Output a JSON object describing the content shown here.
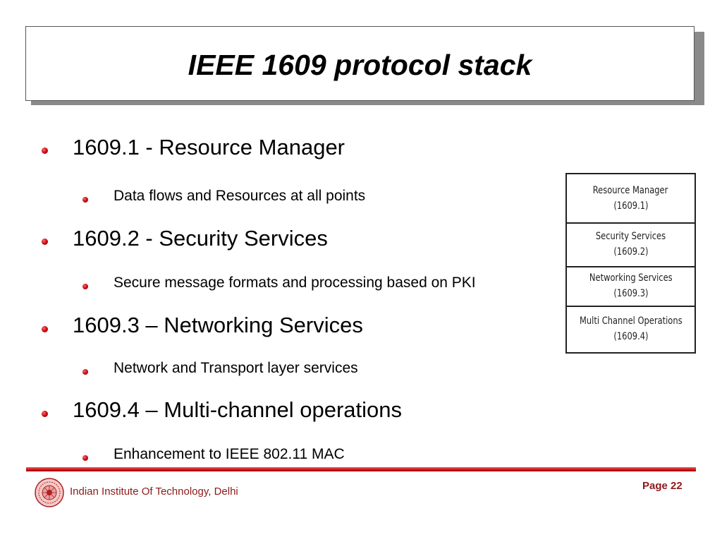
{
  "slide": {
    "title": "IEEE 1609 protocol stack",
    "bullets": [
      {
        "text": "1609.1 - Resource Manager",
        "sub": "Data flows and Resources at all points"
      },
      {
        "text": "1609.2 - Security Services",
        "sub": "Secure message formats and processing based on PKI"
      },
      {
        "text": "1609.3 – Networking Services",
        "sub": "Network and Transport layer services"
      },
      {
        "text": "1609.4 – Multi-channel operations",
        "sub": "Enhancement to IEEE 802.11 MAC"
      }
    ]
  },
  "stack_diagram": {
    "layers": [
      {
        "name": "Resource Manager",
        "id": "(1609.1)"
      },
      {
        "name": "Security Services",
        "id": "(1609.2)"
      },
      {
        "name": "Networking Services",
        "id": "(1609.3)"
      },
      {
        "name": "Multi Channel Operations",
        "id": "(1609.4)"
      }
    ]
  },
  "footer": {
    "institute": "Indian Institute Of Technology, Delhi",
    "page": "Page 22"
  },
  "colors": {
    "accent_red": "#c8101a",
    "footer_text": "#8b1a1a"
  }
}
